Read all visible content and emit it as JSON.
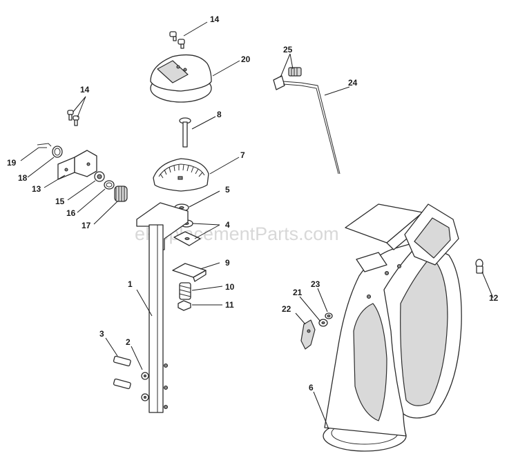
{
  "watermark": "eReplacementParts.com",
  "callouts": {
    "c1": "1",
    "c2": "2",
    "c3": "3",
    "c4": "4",
    "c5": "5",
    "c6": "6",
    "c7": "7",
    "c8": "8",
    "c9": "9",
    "c10": "10",
    "c11": "11",
    "c12": "12",
    "c13": "13",
    "c14a": "14",
    "c14b": "14",
    "c15": "15",
    "c16": "16",
    "c17": "17",
    "c18": "18",
    "c19": "19",
    "c20": "20",
    "c21": "21",
    "c22": "22",
    "c23": "23",
    "c24": "24",
    "c25": "25"
  }
}
